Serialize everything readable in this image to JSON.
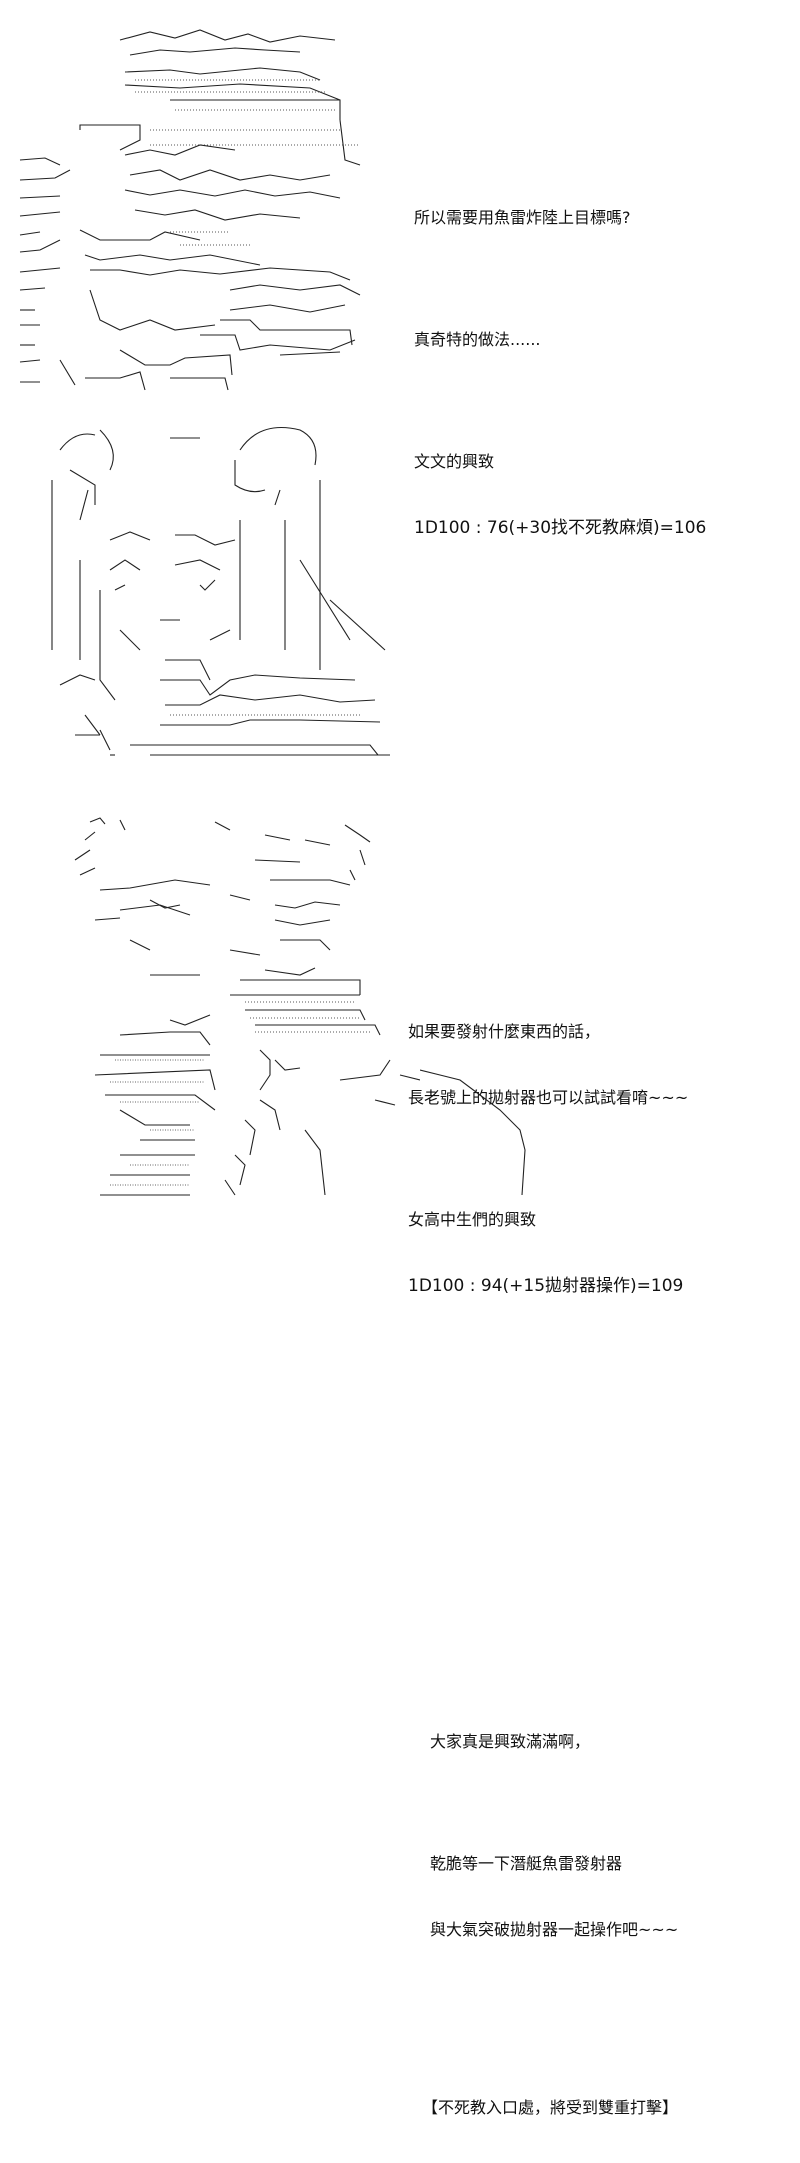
{
  "panels": [
    {
      "artwork": "ascii-art-character-arms-crossed",
      "lines": [
        "所以需要用魚雷炸陸上目標嗎?",
        "真奇特的做法......",
        "文文的興致",
        "1D100 : 76(+30找不死教麻煩)=106"
      ]
    },
    {
      "artwork": "ascii-art-character-twin-tails",
      "lines": [
        "如果要發射什麼東西的話，",
        "長老號上的拋射器也可以試試看唷~~~",
        "女高中生們的興致",
        "1D100 : 94(+15拋射器操作)=109"
      ]
    },
    {
      "artwork": "ascii-art-character-smiling",
      "lines": [
        "大家真是興致滿滿啊，",
        "乾脆等一下潛艇魚雷發射器",
        "與大氣突破拋射器一起操作吧~~~",
        "【不死教入口處，將受到雙重打擊】"
      ]
    }
  ]
}
